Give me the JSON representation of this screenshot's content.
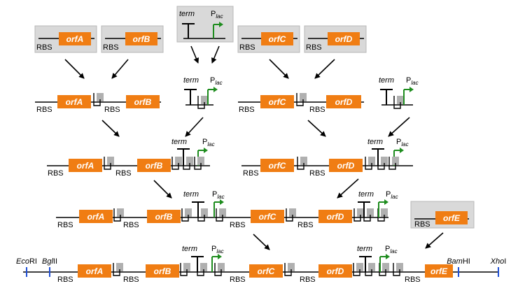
{
  "labels": {
    "rbs": "RBS",
    "term": "term",
    "plac_base": "P",
    "plac_sub": "lac"
  },
  "genes": {
    "orfA": "orfA",
    "orfB": "orfB",
    "orfC": "orfC",
    "orfD": "orfD",
    "orfE": "orfE"
  },
  "restriction_sites": [
    {
      "italic": "Eco",
      "plain": "RI"
    },
    {
      "italic": "Bgl",
      "plain": "II"
    },
    {
      "italic": "Bam",
      "plain": "HI"
    },
    {
      "italic": "Xho",
      "plain": "I"
    }
  ],
  "colors": {
    "gene": "#f07d13",
    "gene_text": "#ffffff",
    "box_bg": "#d9d9d9",
    "box_border": "#b8b8b8",
    "promoter": "#1e8c1e",
    "site": "#1f4fd6",
    "scar": "#b0b0b0",
    "line": "#000000"
  }
}
